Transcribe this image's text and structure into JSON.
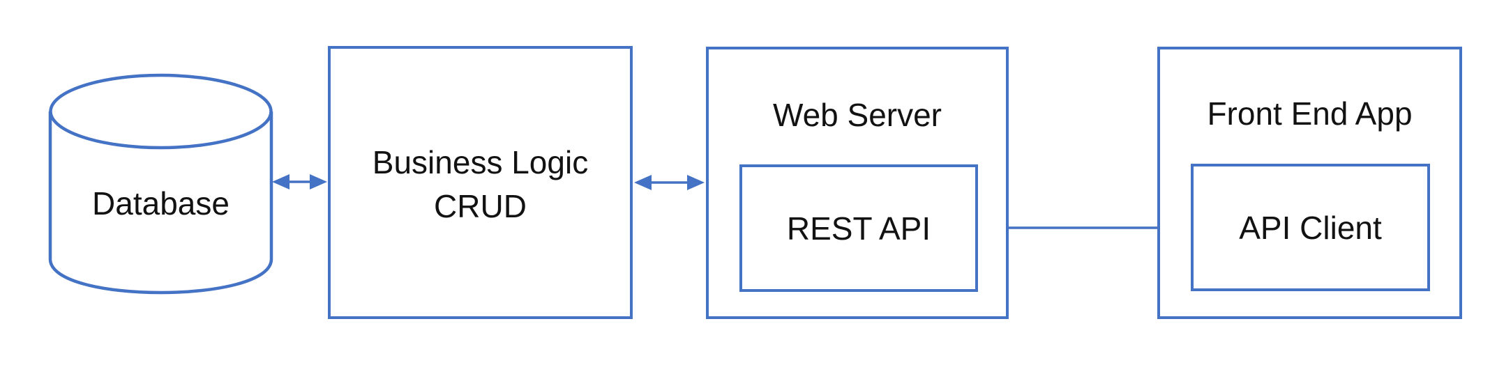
{
  "diagram": {
    "accent_color": "#4472C4",
    "text_color": "#121212",
    "background_color": "#ffffff",
    "nodes": {
      "database": {
        "label": "Database",
        "shape": "cylinder"
      },
      "business_logic": {
        "line1": "Business Logic",
        "line2": "CRUD",
        "shape": "rectangle"
      },
      "web_server": {
        "title": "Web Server",
        "component": "REST API",
        "shape": "rectangle-with-inner-rectangle"
      },
      "front_end": {
        "title": "Front End App",
        "component": "API Client",
        "shape": "rectangle-with-inner-rectangle"
      }
    },
    "connections": [
      {
        "from": "Database",
        "to": "Business Logic CRUD",
        "type": "bidirectional-arrow"
      },
      {
        "from": "Business Logic CRUD",
        "to": "Web Server",
        "type": "bidirectional-arrow"
      },
      {
        "from": "REST API",
        "to": "API Client",
        "type": "bidirectional-arrow"
      }
    ]
  }
}
